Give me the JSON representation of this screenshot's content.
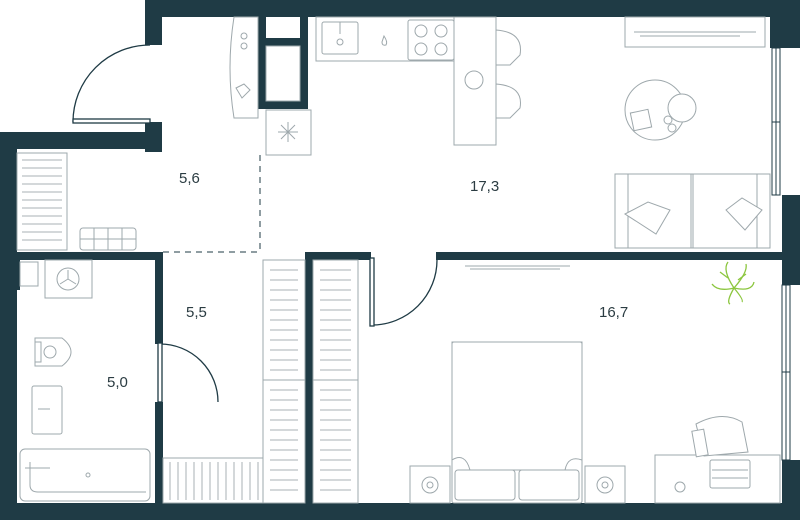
{
  "rooms": [
    {
      "id": "hall",
      "area": "5,6"
    },
    {
      "id": "kitchen-living",
      "area": "17,3"
    },
    {
      "id": "corridor",
      "area": "5,5"
    },
    {
      "id": "bathroom",
      "area": "5,0"
    },
    {
      "id": "bedroom",
      "area": "16,7"
    }
  ],
  "colors": {
    "wall": "#1f3b45",
    "furniture_line": "#9ea8ac",
    "plant": "#8cc63f"
  }
}
